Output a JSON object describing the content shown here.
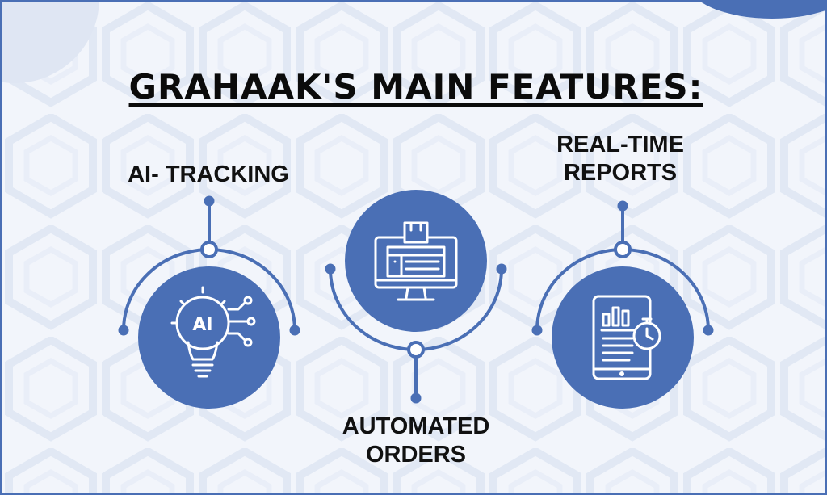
{
  "title": "GRAHAAK'S MAIN FEATURES:",
  "colors": {
    "accent": "#4a6fb5",
    "accent_dark": "#3f63a8",
    "background": "#f2f5fb",
    "text": "#0b0b0b"
  },
  "features": [
    {
      "label": "AI- TRACKING",
      "icon": "ai-lightbulb-icon",
      "icon_text": "AI"
    },
    {
      "label_lines": [
        "REAL-TIME",
        "REPORTS"
      ],
      "icon": "tablet-report-icon"
    },
    {
      "label_lines": [
        "AUTOMATED",
        "ORDERS"
      ],
      "icon": "computer-monitor-icon"
    }
  ]
}
